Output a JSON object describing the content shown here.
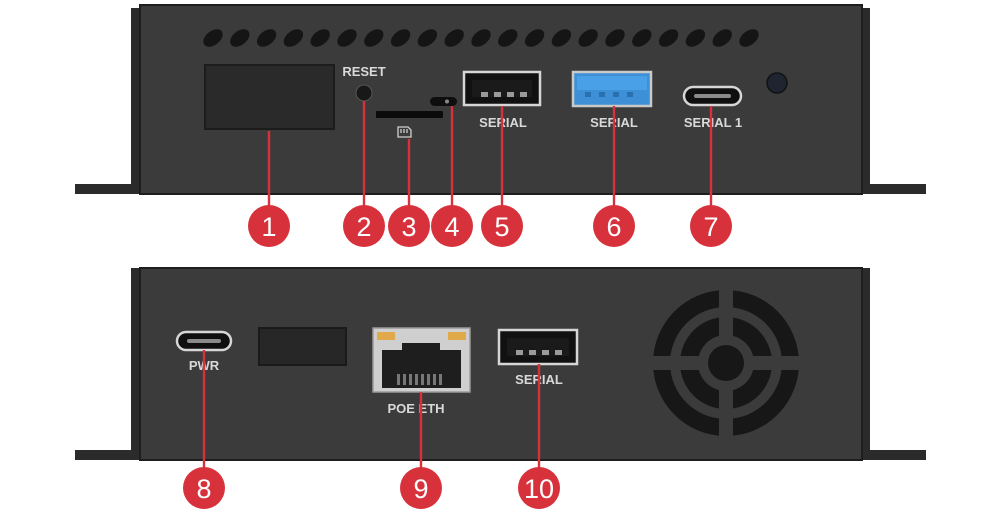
{
  "colors": {
    "panel": "#3b3b3b",
    "panel_edge": "#1e1e1e",
    "bracket": "#2b2b2b",
    "vent": "#151515",
    "port_metal": "#d6d6d6",
    "usb3_blue": "#3d8fd6",
    "label_text": "#d9d9d9",
    "marker": "#d7323c",
    "fan": "#1a1a1a"
  },
  "top_panel": {
    "labels": {
      "reset": "RESET",
      "serial_usb_a": "SERIAL",
      "serial_usb3": "SERIAL",
      "serial_usbc": "SERIAL 1"
    },
    "icons": [
      "sd-card-icon"
    ]
  },
  "bottom_panel": {
    "labels": {
      "pwr": "PWR",
      "poe_eth": "POE ETH",
      "serial": "SERIAL"
    }
  },
  "callouts": [
    "1",
    "2",
    "3",
    "4",
    "5",
    "6",
    "7",
    "8",
    "9",
    "10"
  ]
}
